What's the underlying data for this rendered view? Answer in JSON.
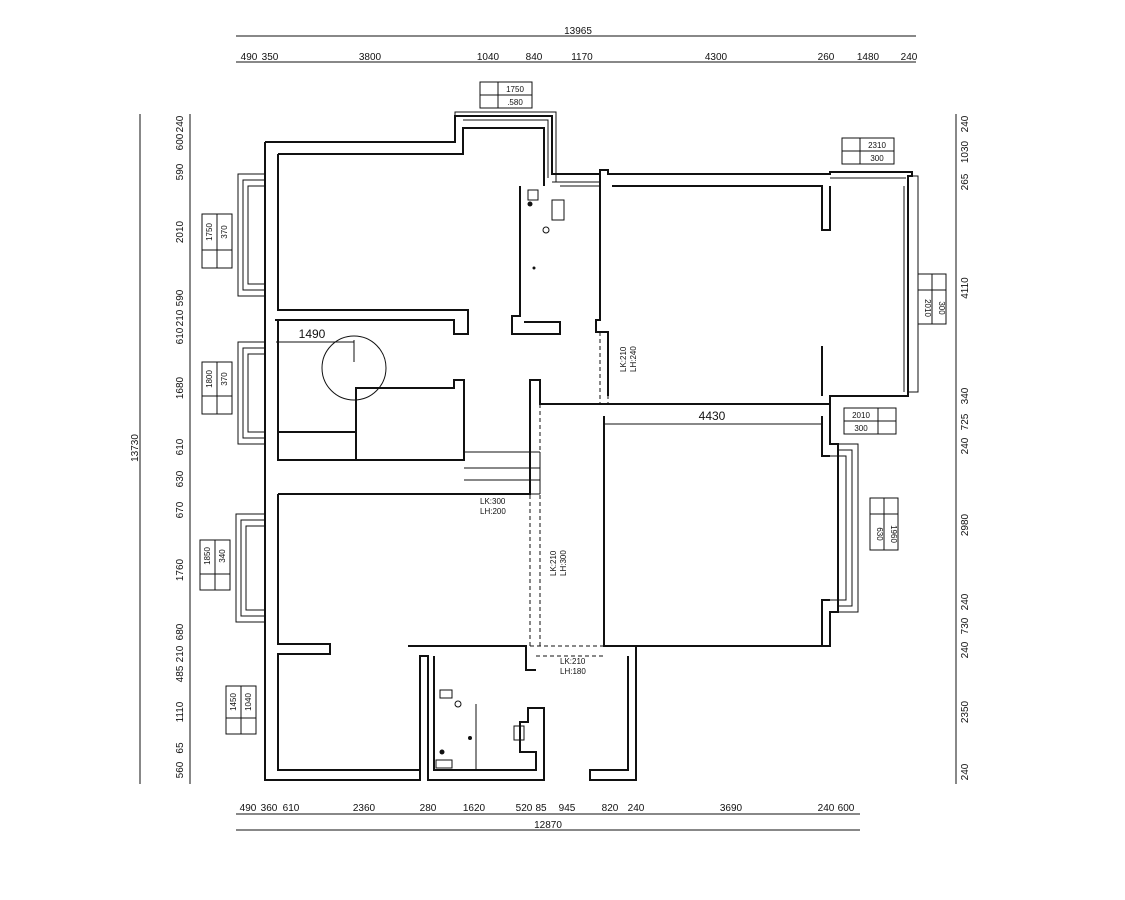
{
  "drawing": {
    "overall_top": "13965",
    "overall_bottom": "12870",
    "overall_left": "13730",
    "big_dims": [
      "1490",
      "4430"
    ]
  },
  "top_segments": [
    "490",
    "350",
    "3800",
    "1040",
    "840",
    "1170",
    "4300",
    "260",
    "1480",
    "240"
  ],
  "bottom_segments": [
    "490",
    "360",
    "610",
    "2360",
    "280",
    "1620",
    "520",
    "85",
    "945",
    "820",
    "240",
    "3690",
    "240",
    "600"
  ],
  "left_segments": [
    "240",
    "600",
    "590",
    "2010",
    "590",
    "210",
    "610",
    "1680",
    "610",
    "630",
    "670",
    "1760",
    "680",
    "210",
    "485",
    "1110",
    "65",
    "560"
  ],
  "right_segments": [
    "240",
    "1030",
    "265",
    "4110",
    "340",
    "725",
    "240",
    "2980",
    "240",
    "730",
    "240",
    "2350",
    "240"
  ],
  "openings": [
    {
      "label": "LK:210",
      "sub": "LH:240"
    },
    {
      "label": "LK:300",
      "sub": "LH:200"
    },
    {
      "label": "LK:210",
      "sub": "LH:300"
    },
    {
      "label": "LK:210",
      "sub": "LH:180"
    }
  ],
  "window_tags": [
    {
      "a": "1750",
      "b": ".580"
    },
    {
      "a": "2310",
      "b": "300"
    },
    {
      "a": "1750",
      "b": "370"
    },
    {
      "a": "1800",
      "b": "370"
    },
    {
      "a": "2010",
      "b": "300"
    },
    {
      "a": "2010",
      "b": "300"
    },
    {
      "a": "1960",
      "b": "630"
    },
    {
      "a": "1850",
      "b": "340"
    },
    {
      "a": "1450",
      "b": "1040"
    }
  ],
  "colors": {
    "line": "#111111",
    "background": "#ffffff"
  }
}
